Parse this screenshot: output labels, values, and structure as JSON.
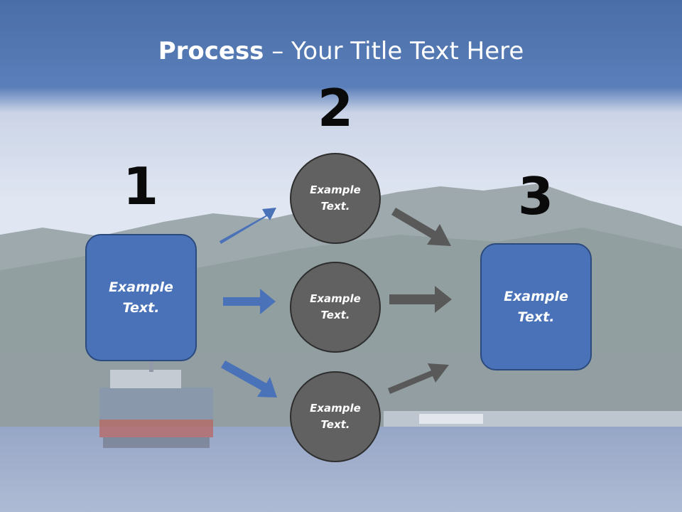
{
  "slide": {
    "title_bold": "Process",
    "title_rest": " – Your Title Text Here",
    "step_numbers": [
      "1",
      "2",
      "3"
    ],
    "left_box": {
      "text": "Example\nText."
    },
    "right_box": {
      "text": "Example\nText."
    },
    "circles": [
      {
        "text": "Example\nText."
      },
      {
        "text": "Example\nText."
      },
      {
        "text": "Example\nText."
      }
    ]
  },
  "colors": {
    "header_blue": "#3f69a9",
    "box_fill": "#4a72b8",
    "box_border": "#2b4a7e",
    "circle_fill": "#616161",
    "arrow_blue": "#4a72b8",
    "arrow_gray": "#5a5a5a"
  }
}
